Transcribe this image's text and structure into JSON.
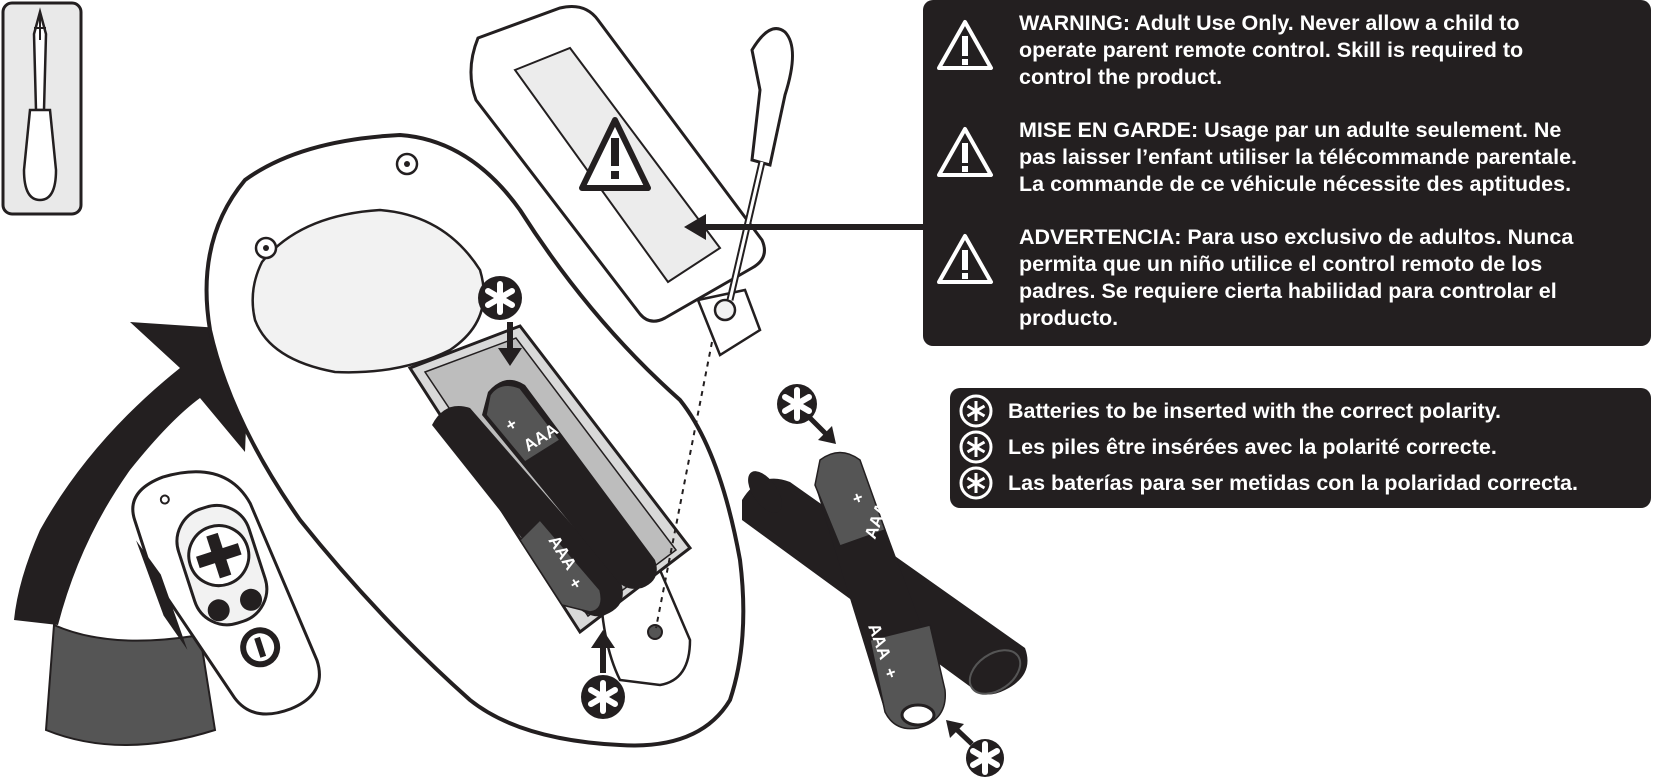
{
  "warnings": [
    {
      "text": "WARNING:  Adult Use Only.  Never allow a child to\noperate parent remote control.  Skill is required to\ncontrol the product."
    },
    {
      "text": "MISE EN GARDE:  Usage par un adulte seulement.  Ne\npas laisser l’enfant utiliser la télécommande parentale.\nLa commande de ce véhicule nécessite des aptitudes."
    },
    {
      "text": "ADVERTENCIA:  Para uso exclusivo de adultos.  Nunca\npermita que un niño utilice el control remoto de los\npadres.  Se requiere cierta habilidad para controlar el\nproducto."
    }
  ],
  "battery_notes": [
    {
      "text": "Batteries to be inserted with the correct polarity."
    },
    {
      "text": "Les piles être insérées avec la polarité correcte."
    },
    {
      "text": "Las baterías para ser metidas con la polaridad correcta."
    }
  ],
  "battery_labels": {
    "type": "AAA",
    "plus": "+"
  },
  "colors": {
    "ink": "#231f20",
    "panel": "#231f20",
    "background": "#ffffff",
    "light_fill": "#f2f2f2",
    "mid_grey": "#555555"
  }
}
